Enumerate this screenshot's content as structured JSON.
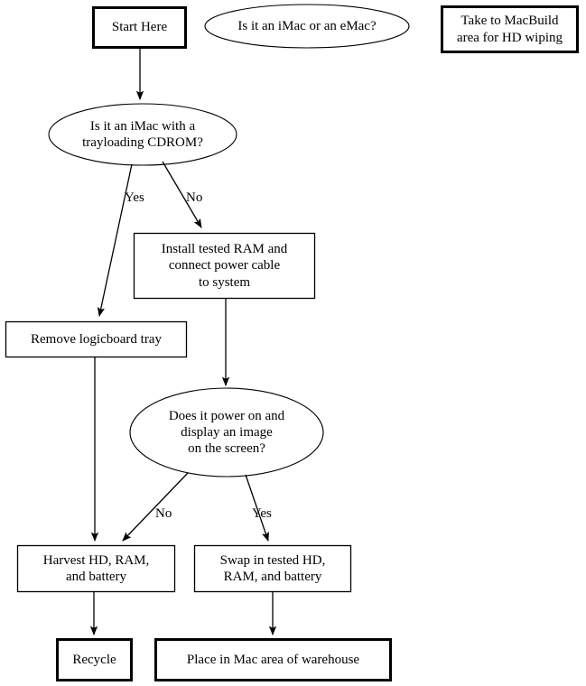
{
  "diagram": {
    "title": "Mac triage workflow flowchart",
    "background_color": "#ffffff",
    "stroke_color": "#000000",
    "text_color": "#000000"
  },
  "nodes": {
    "start": {
      "text": "Start Here",
      "shape": "rectangle",
      "border": "thick"
    },
    "imac_or_emac": {
      "text": "Is it an iMac or an eMac?",
      "shape": "ellipse",
      "border": "thin"
    },
    "macbuild": {
      "text": "Take to MacBuild\narea for HD wiping",
      "shape": "rectangle",
      "border": "thick"
    },
    "trayloading": {
      "text": "Is it an iMac with a\ntrayloading CDROM?",
      "shape": "ellipse",
      "border": "thin"
    },
    "install_ram": {
      "text": "Install tested RAM and\nconnect power cable\nto system",
      "shape": "rectangle",
      "border": "thin"
    },
    "remove_tray": {
      "text": "Remove logicboard tray",
      "shape": "rectangle",
      "border": "thin"
    },
    "power_on": {
      "text": "Does it power on and\ndisplay an image\non the screen?",
      "shape": "ellipse",
      "border": "thin"
    },
    "harvest": {
      "text": "Harvest HD, RAM,\nand battery",
      "shape": "rectangle",
      "border": "thin"
    },
    "swap": {
      "text": "Swap in tested HD,\nRAM, and battery",
      "shape": "rectangle",
      "border": "thin"
    },
    "recycle": {
      "text": "Recycle",
      "shape": "rectangle",
      "border": "thick"
    },
    "place_mac_area": {
      "text": "Place in Mac area of warehouse",
      "shape": "rectangle",
      "border": "thick"
    }
  },
  "edge_labels": {
    "tray_yes": "Yes",
    "tray_no": "No",
    "power_no": "No",
    "power_yes": "Yes"
  }
}
